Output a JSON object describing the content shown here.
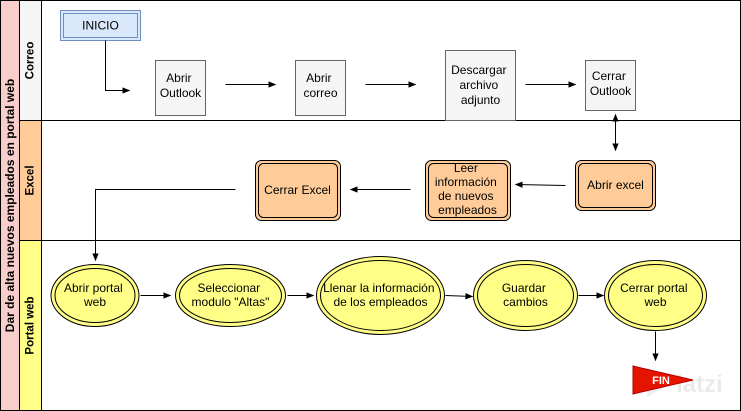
{
  "pool": {
    "title": "Dar de alta nuevos empleados en portal web"
  },
  "lanes": [
    {
      "id": "correo",
      "title": "Correo"
    },
    {
      "id": "excel",
      "title": "Excel"
    },
    {
      "id": "portal",
      "title": "Portal web"
    }
  ],
  "nodes": {
    "inicio": "INICIO",
    "abrir_outlook": [
      "Abrir",
      "Outlook"
    ],
    "abrir_correo": [
      "Abrir",
      "correo"
    ],
    "descargar_archivo": [
      "Descargar",
      "archivo",
      "adjunto"
    ],
    "cerrar_outlook": [
      "Cerrar",
      "Outlook"
    ],
    "abrir_excel": [
      "Abrir excel"
    ],
    "leer_info": [
      "Leer",
      "información",
      "de nuevos",
      "empleados"
    ],
    "cerrar_excel": [
      "Cerrar Excel"
    ],
    "abrir_portal": [
      "Abrir portal",
      "web"
    ],
    "seleccionar_modulo": [
      "Seleccionar",
      "modulo \"Altas\""
    ],
    "llenar_info": [
      "Llenar la información",
      "de los empleados"
    ],
    "guardar": [
      "Guardar",
      "cambios"
    ],
    "cerrar_portal": [
      "Cerrar portal",
      "web"
    ],
    "fin": "FIN"
  },
  "watermark": "latzi",
  "colors": {
    "pool_header": "#f8cecc",
    "correo_header": "#f5f5f5",
    "excel_header": "#ffcc99",
    "portal_header": "#ffff88",
    "inicio_fill": "#dae8fc",
    "inicio_stroke": "#6c8ebf",
    "gray_fill": "#f5f5f5",
    "orange_fill": "#ffcc99",
    "yellow_fill": "#ffff88",
    "fin_fill": "#e51400"
  }
}
